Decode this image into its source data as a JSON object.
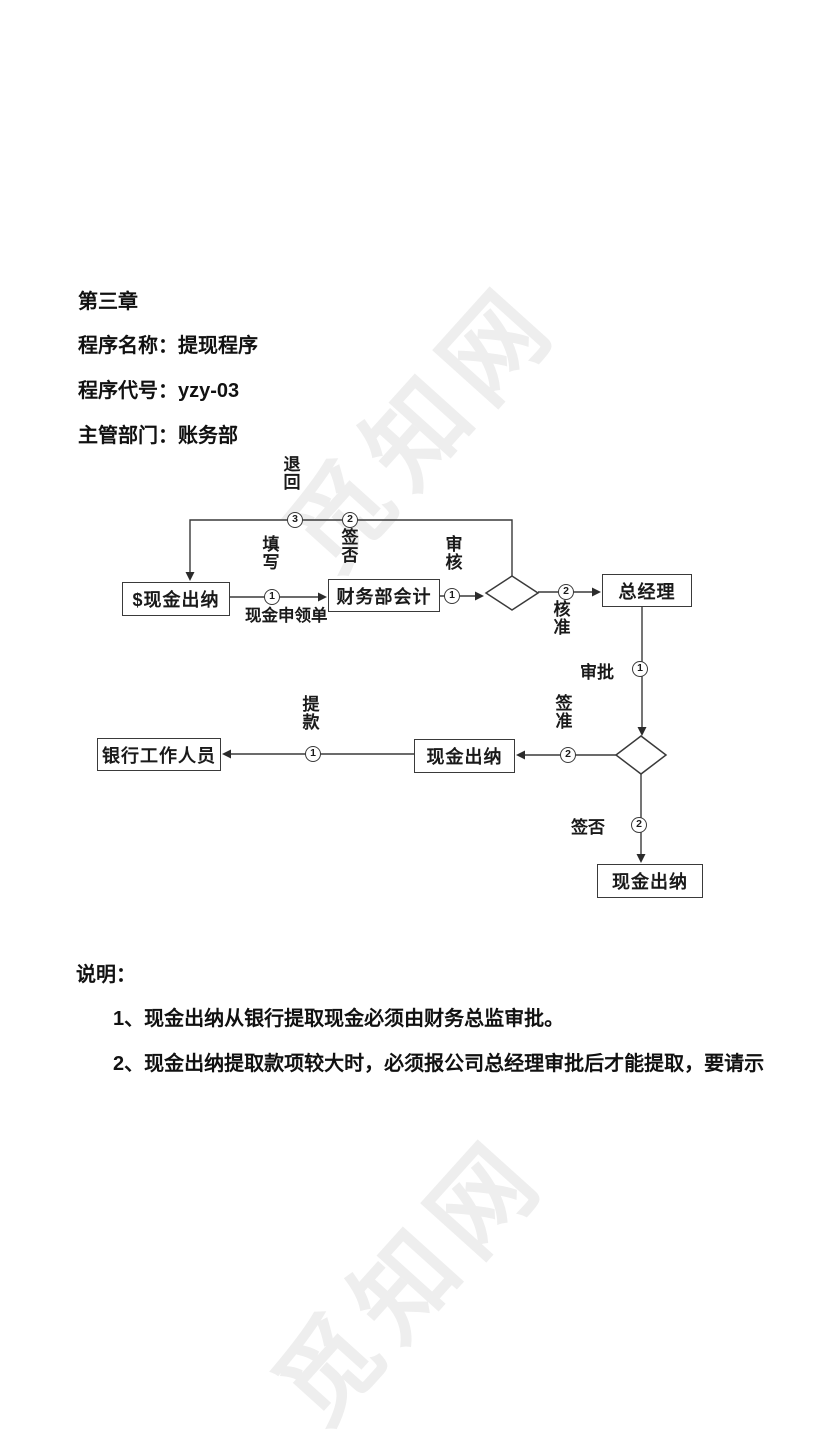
{
  "watermark": {
    "text": "觅知网"
  },
  "header": {
    "chapter": "第三章",
    "procedure_name": "程序名称：提现程序",
    "procedure_code": "程序代号：yzy-03",
    "department": "主管部门：账务部"
  },
  "flowchart": {
    "nodes": {
      "cashier_start": "$现金出纳",
      "finance_accountant": "财务部会计",
      "general_manager": "总经理",
      "cashier_mid": "现金出纳",
      "bank_staff": "银行工作人员",
      "cashier_end": "现金出纳"
    },
    "labels": {
      "return_back": "退回",
      "fill_in": "填写",
      "sign_reject_top": "签否",
      "review": "审核",
      "approve": "核准",
      "cash_request_form": "现金申领单",
      "approval": "审批",
      "sign_approve": "签准",
      "withdraw": "提款",
      "sign_reject_bottom": "签否"
    },
    "steps": {
      "one": "1",
      "two": "2",
      "three": "3"
    }
  },
  "notes": {
    "title": "说明：",
    "items": [
      "1、现金出纳从银行提取现金必须由财务总监审批。",
      "2、现金出纳提取款项较大时，必须报公司总经理审批后才能提取，要请示"
    ]
  }
}
